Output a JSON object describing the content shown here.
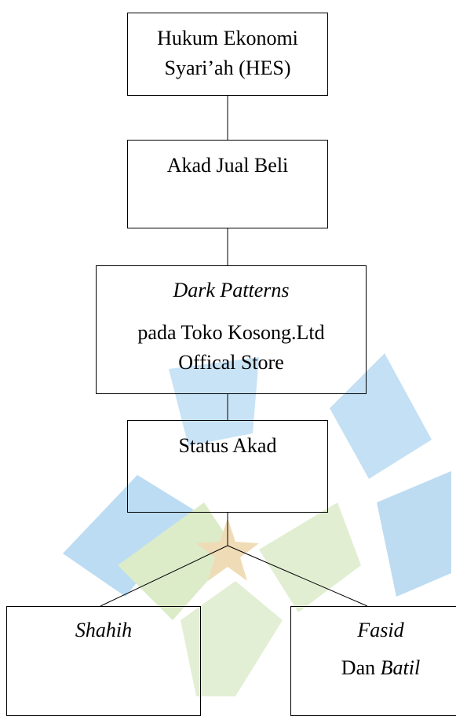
{
  "diagram": {
    "nodes": {
      "hes": {
        "lines": [
          "Hukum Ekonomi",
          "Syari’ah (HES)"
        ]
      },
      "akad": {
        "lines": [
          "Akad Jual Beli"
        ]
      },
      "dark": {
        "title": "Dark Patterns",
        "lines": [
          "pada Toko Kosong.Ltd",
          "Offical Store"
        ]
      },
      "status": {
        "lines": [
          "Status Akad"
        ]
      },
      "shahih": {
        "title": "Shahih"
      },
      "fasid": {
        "title": "Fasid",
        "prefix": "Dan ",
        "suffix": "Batil"
      }
    },
    "edges": [
      [
        "hes",
        "akad"
      ],
      [
        "akad",
        "dark"
      ],
      [
        "dark",
        "status"
      ],
      [
        "status",
        "shahih"
      ],
      [
        "status",
        "fasid"
      ]
    ],
    "colors": {
      "line": "#000000",
      "watermark_blue": "#bcdcf3",
      "watermark_green": "#dcebc8",
      "watermark_gold": "#efdcb6"
    }
  }
}
